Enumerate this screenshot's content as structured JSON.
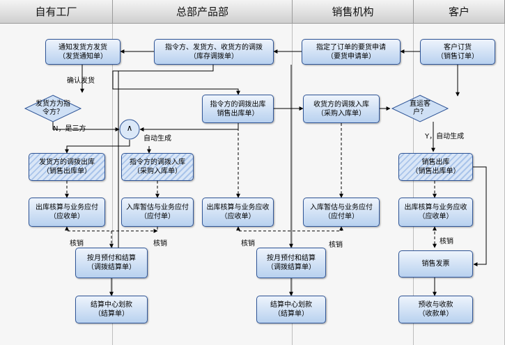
{
  "lanes": [
    {
      "label": "自有工厂"
    },
    {
      "label": "总部产品部"
    },
    {
      "label": "销售机构"
    },
    {
      "label": "客户"
    }
  ],
  "boxes": {
    "notify": {
      "line1": "通知发货方发货",
      "line2": "（发货通知单）"
    },
    "order3": {
      "line1": "指令方、发货方、收货方的调拨",
      "line2": "（库存调拨单）"
    },
    "demand": {
      "line1": "指定了订单的要货申请",
      "line2": "（要货申请单）"
    },
    "custorder": {
      "line1": "客户订货",
      "line2": "（销售订单）"
    },
    "ordout": {
      "line1": "指令方的调拨出库",
      "line2": "销售出库单）"
    },
    "recvin": {
      "line1": "收货方的调拨入库",
      "line2": "（采购入库单）"
    },
    "shipout": {
      "line1": "发货方的调拨出库",
      "line2": "（销售出库单）"
    },
    "ordin": {
      "line1": "指令方的调拨入库",
      "line2": "（采购入库单）"
    },
    "saleout": {
      "line1": "销售出库",
      "line2": "（销售出库单）"
    },
    "ar1": {
      "line1": "出库核算与业务应付",
      "line2": "（应收单）"
    },
    "ap1": {
      "line1": "入库暂估与业务应付",
      "line2": "（应付单）"
    },
    "ar2": {
      "line1": "出库核算与业务应收",
      "line2": "（应收单）"
    },
    "ap2": {
      "line1": "入库暂估与业务应付",
      "line2": "（应付单）"
    },
    "ar3": {
      "line1": "出库核算与业务应收",
      "line2": "（应收单）"
    },
    "settle1": {
      "line1": "按月预付和结算",
      "line2": "（调拨结算单）"
    },
    "settle2": {
      "line1": "按月预付和结算",
      "line2": "（调拨结算单）"
    },
    "invoice": {
      "line1": "销售发票",
      "line2": ""
    },
    "center1": {
      "line1": "结算中心划款",
      "line2": "（结算单）"
    },
    "center2": {
      "line1": "结算中心划款",
      "line2": "（结算单）"
    },
    "collect": {
      "line1": "预收与收款",
      "line2": "（收款单）"
    }
  },
  "decisions": {
    "shipper": {
      "line1": "发货方为指",
      "line2": "令方？"
    },
    "direct": {
      "line1": "直运客",
      "line2": "户？"
    }
  },
  "labels": {
    "confirm": "确认发货",
    "no_third": "N，是三方",
    "auto1": "自动生成",
    "yes_auto": "Y，自动生成",
    "hx1": "核销",
    "hx2": "核销",
    "hx3": "核销",
    "hx4": "核销",
    "hx5": "核销",
    "and_gate": "∧"
  },
  "colors": {
    "line": "#000000",
    "box_border": "#2f5597"
  }
}
